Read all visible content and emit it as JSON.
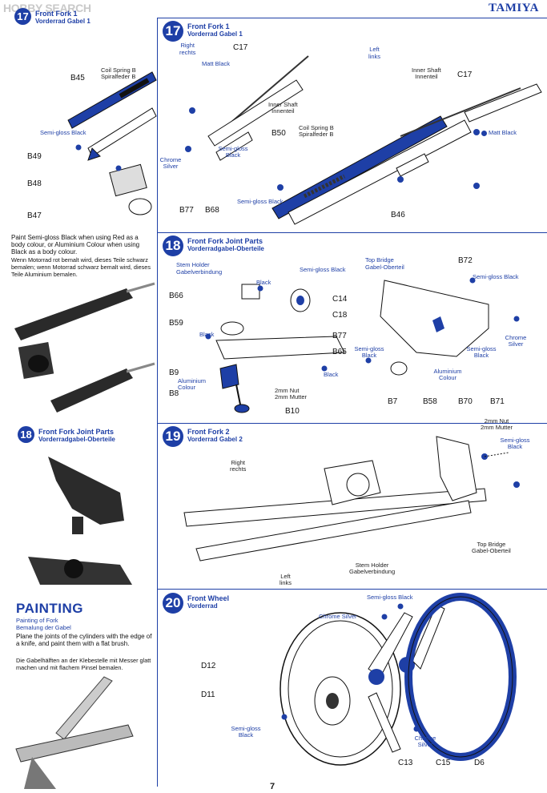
{
  "header": {
    "watermark": "HOBBY SEARCH",
    "brand": "TAMIYA"
  },
  "left": {
    "step17": {
      "num": "17",
      "title": "Front Fork 1",
      "title_de": "Vorderrad Gabel 1"
    },
    "labels": {
      "b45": "B45",
      "b49": "B49",
      "b48": "B48",
      "b47": "B47",
      "coil": "Coil Spring B",
      "coil_de": "Spiralfeder B",
      "sg": "Semi-gloss Black"
    },
    "paint_note": "Paint Semi-gloss Black when using Red as a body colour, or Aluminium Colour when using Black as a body colour.",
    "paint_note_de": "Wenn Motorrad rot bemalt wird, dieses Teile schwarz bemalen; wenn Motorrad schwarz bemalt wird, dieses Teile Aluminium bemalen.",
    "step18": {
      "num": "18",
      "title": "Front Fork Joint Parts",
      "title_de": "Vorderradgabel-Oberteile"
    },
    "painting": {
      "title": "PAINTING",
      "sub": "Painting of Fork",
      "sub_de": "Bemalung der Gabel",
      "text": "Plane the joints of the cylinders with the edge of a knife, and paint them with a flat brush.",
      "text_de": "Die Gabelhälften an der Klebestelle mit Messer glatt machen und mit flachem Pinsel bemalen."
    }
  },
  "s17": {
    "num": "17",
    "title": "Front Fork 1",
    "title_de": "Vorderrad Gabel 1",
    "right": "Right",
    "right_de": "rechts",
    "left": "Left",
    "left_de": "links",
    "labels": {
      "c17a": "C17",
      "c17b": "C17",
      "b50": "B50",
      "b46": "B46",
      "b77": "B77",
      "b68": "B68",
      "inner": "Inner Shaft",
      "inner_de": "Innenteil",
      "coil": "Coil Spring B",
      "coil_de": "Spiralfeder B"
    },
    "paints": {
      "matt1": "Matt Black",
      "matt2": "Matt Black",
      "sg1": "Semi-gloss Black",
      "chrome": "Chrome Silver",
      "sg2": "Semi-gloss Black"
    }
  },
  "s18": {
    "num": "18",
    "title": "Front Fork Joint Parts",
    "title_de": "Vorderradgabel-Oberteile",
    "stem": "Stem Holder",
    "stem_de": "Gabelverbindung",
    "top": "Top Bridge",
    "top_de": "Gabel-Oberteil",
    "labels": {
      "b66": "B66",
      "b59": "B59",
      "b9": "B9",
      "b8": "B8",
      "b10": "B10",
      "c14": "C14",
      "c18": "C18",
      "b77": "B77",
      "b65": "B65",
      "b72": "B72",
      "b7": "B7",
      "b58": "B58",
      "b70": "B70",
      "b71": "B71",
      "nut": "2mm Nut",
      "nut_de": "2mm Mutter"
    },
    "paints": {
      "black1": "Black",
      "sg1": "Semi-gloss Black",
      "black2": "Black",
      "alu1": "Aluminium Colour",
      "black3": "Black",
      "sg2": "Semi-gloss Black",
      "sg3": "Semi-gloss Black",
      "alu2": "Aluminium Colour",
      "sg4": "Semi-gloss Black",
      "chrome": "Chrome Silver"
    }
  },
  "s19": {
    "num": "19",
    "title": "Front Fork 2",
    "title_de": "Vorderrad Gabel 2",
    "right": "Right",
    "right_de": "rechts",
    "left": "Left",
    "left_de": "links",
    "stem": "Stem Holder",
    "stem_de": "Gabelverbindung",
    "top": "Top Bridge",
    "top_de": "Gabel-Oberteil",
    "nut": "2mm Nut",
    "nut_de": "2mm Mutter",
    "sg": "Semi-gloss Black"
  },
  "s20": {
    "num": "20",
    "title": "Front Wheel",
    "title_de": "Vorderrad",
    "labels": {
      "d12": "D12",
      "d11": "D11",
      "c13": "C13",
      "c15": "C15",
      "d6": "D6"
    },
    "paints": {
      "sg1": "Semi-gloss Black",
      "chrome1": "Chrome Silver",
      "sg2": "Semi-gloss Black",
      "chrome2": "Chrome Silver"
    }
  },
  "footer": {
    "page": "7"
  }
}
